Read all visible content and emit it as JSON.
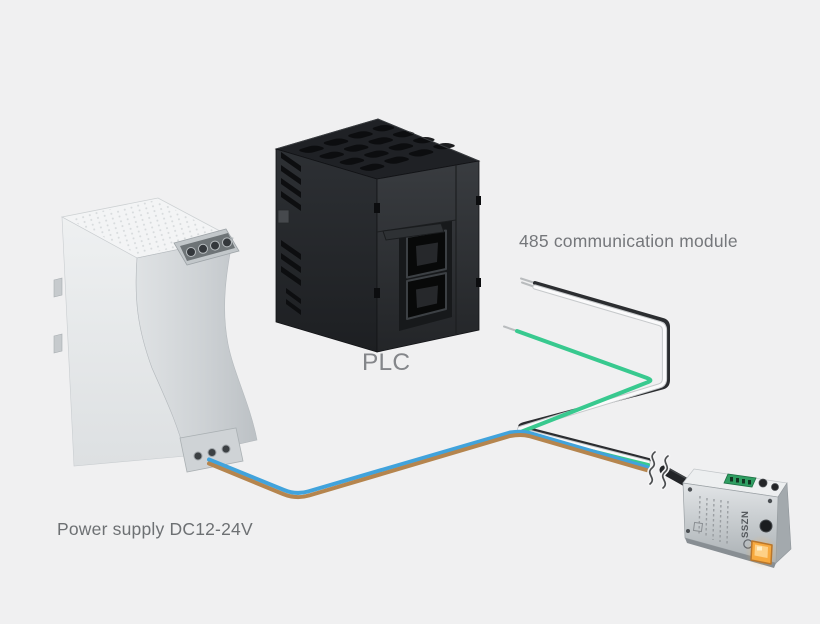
{
  "labels": {
    "comm_module": "485 communication module",
    "plc": "PLC",
    "power_supply": "Power supply DC12-24V"
  },
  "sensor": {
    "brand": "SSZN"
  },
  "colors": {
    "background": "#f0f0f1",
    "label_text": "#75777b",
    "wire_brown": "#b5854e",
    "wire_blue": "#41a3dc",
    "wire_green": "#38c98f",
    "wire_white": "#fafafb",
    "wire_black": "#2b2d30",
    "cable_black": "#232528",
    "indicator_amber": "#f7a93e",
    "connector_green": "#2f9e62"
  }
}
